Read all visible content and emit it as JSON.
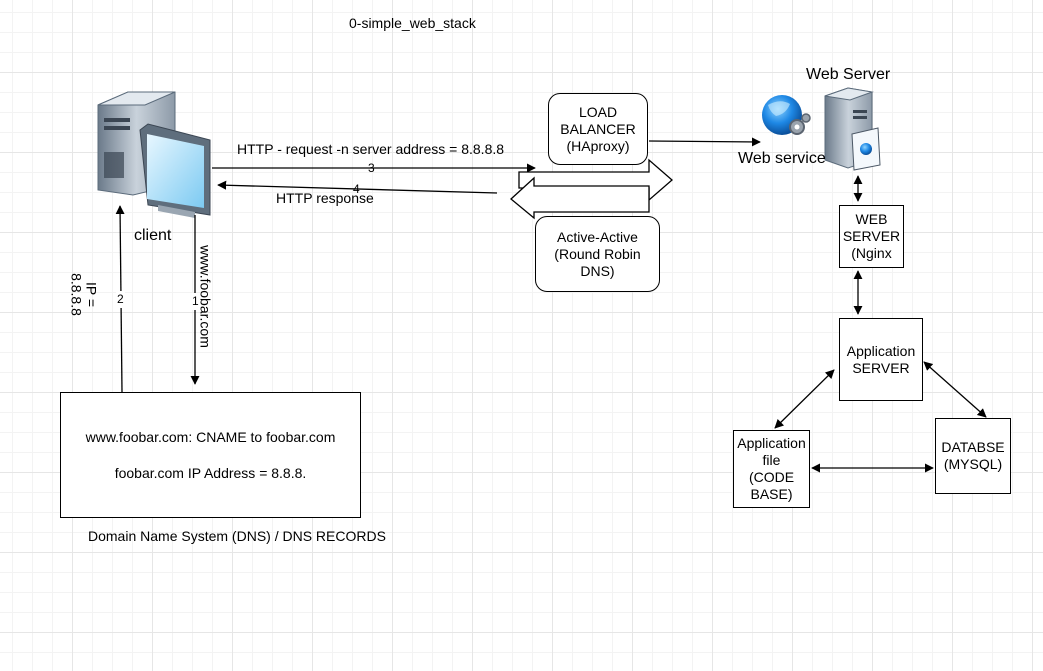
{
  "title": "0-simple_web_stack",
  "client": {
    "label": "client",
    "icon": "computer-client-icon"
  },
  "web_server": {
    "title": "Web Server",
    "service_label": "Web service",
    "icon": "server-globe-icon"
  },
  "load_balancer": {
    "line1": "LOAD",
    "line2": "BALANCER",
    "line3": "(HAproxy)"
  },
  "active_active": {
    "line1": "Active-Active",
    "line2": "(Round Robin",
    "line3": "DNS)"
  },
  "http_request": {
    "label": "HTTP - request -n server address = 8.8.8.8",
    "step": "3"
  },
  "http_response": {
    "label": "HTTP response",
    "step": "4"
  },
  "dns_query": {
    "label": "www.foobar.com",
    "step": "1"
  },
  "dns_reply": {
    "label": "IP =",
    "value": "8.8.8.8",
    "step": "2"
  },
  "dns_box": {
    "line1": "www.foobar.com: CNAME to foobar.com",
    "line2": "foobar.com IP Address = 8.8.8.",
    "caption": "Domain Name System (DNS) / DNS RECORDS"
  },
  "nginx": {
    "line1": "WEB",
    "line2": "SERVER",
    "line3": "(Nginx"
  },
  "app_server": {
    "line1": "Application",
    "line2": "SERVER"
  },
  "app_file": {
    "line1": "Application",
    "line2": "file",
    "line3": "(CODE",
    "line4": "BASE)"
  },
  "database": {
    "line1": "DATABSE",
    "line2": "(MYSQL)"
  },
  "colors": {
    "stroke": "#000000",
    "background": "#ffffff",
    "grid": "#e6e6e6"
  }
}
